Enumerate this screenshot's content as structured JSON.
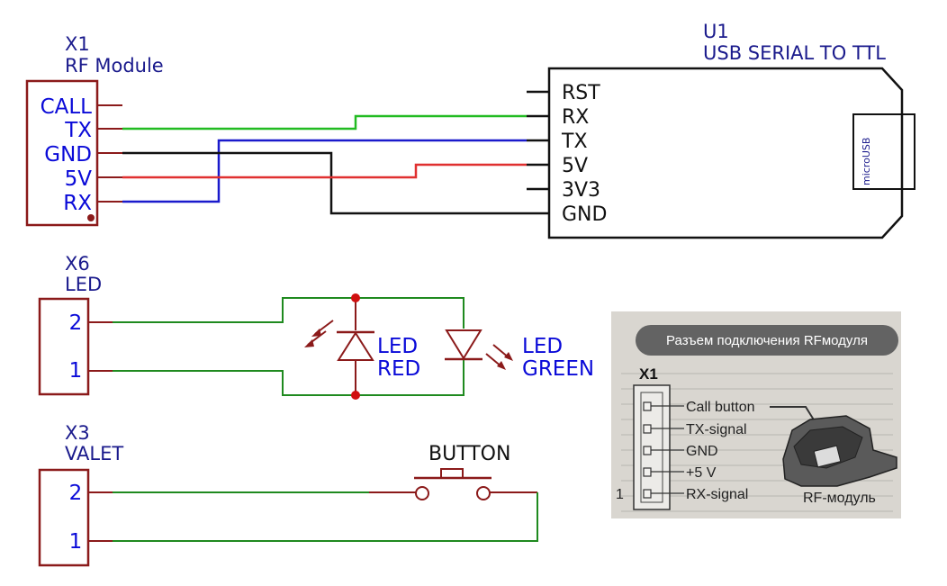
{
  "components": {
    "x1": {
      "ref": "X1",
      "name": "RF Module",
      "pins": [
        "CALL",
        "TX",
        "GND",
        "5V",
        "RX"
      ]
    },
    "u1": {
      "ref": "U1",
      "name": "USB SERIAL TO TTL",
      "pins": [
        "RST",
        "RX",
        "TX",
        "5V",
        "3V3",
        "GND"
      ],
      "connector": "microUSB"
    },
    "x6": {
      "ref": "X6",
      "name": "LED",
      "pins": [
        "2",
        "1"
      ]
    },
    "x3": {
      "ref": "X3",
      "name": "VALET",
      "pins": [
        "2",
        "1"
      ]
    },
    "led_red": {
      "line1": "LED",
      "line2": "RED"
    },
    "led_green": {
      "line1": "LED",
      "line2": "GREEN"
    },
    "button": {
      "label": "BUTTON"
    }
  },
  "photo": {
    "header": "Разъем подключения RFмодуля",
    "connector_label": "X1",
    "pin1_marker": "1",
    "signals": [
      "Call button",
      "TX-signal",
      "GND",
      "+5 V",
      "RX-signal"
    ],
    "module_caption": "RF-модуль"
  },
  "wire_colors": {
    "tx": "#22bb22",
    "rx": "#1a1acc",
    "gnd": "#111111",
    "v5": "#e03030",
    "green": "#1f8a1f",
    "outline": "#8b1a1a"
  }
}
